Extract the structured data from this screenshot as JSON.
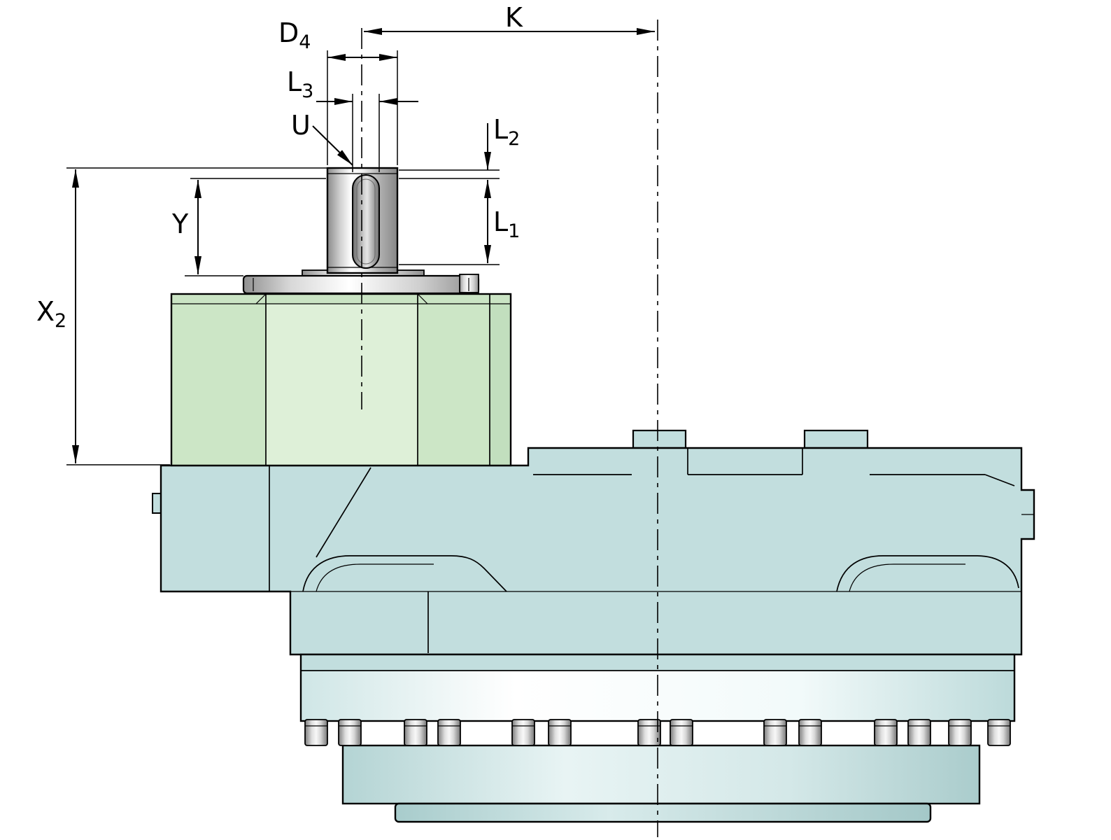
{
  "diagram": {
    "type": "technical-dimension-drawing",
    "subject": "gear-drive-with-motor-side-view",
    "labels": {
      "k": {
        "base": "K",
        "sub": ""
      },
      "d4": {
        "base": "D",
        "sub": "4"
      },
      "l3": {
        "base": "L",
        "sub": "3"
      },
      "u": {
        "base": "U",
        "sub": ""
      },
      "l2": {
        "base": "L",
        "sub": "2"
      },
      "l1": {
        "base": "L",
        "sub": "1"
      },
      "y": {
        "base": "Y",
        "sub": ""
      },
      "x2": {
        "base": "X",
        "sub": "2"
      }
    },
    "colors": {
      "background": "#ffffff",
      "housing_teal": "#c2dede",
      "housing_teal_dark": "#aed2d2",
      "motor_green_light": "#def0d8",
      "motor_green_dark": "#cce6c6",
      "motor_green_strip": "#c2dfbe",
      "motor_green_band": "#cae4c4",
      "metal_grey": "#9a9a9a",
      "outline": "#000000"
    }
  }
}
